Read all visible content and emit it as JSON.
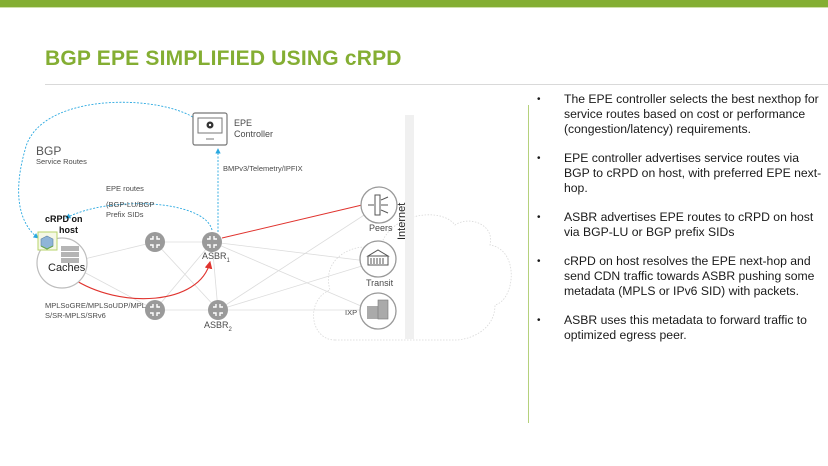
{
  "slide": {
    "title": "BGP EPE SIMPLIFIED USING cRPD",
    "accent_color": "#84ae33"
  },
  "diagram": {
    "bgp_label": "BGP",
    "service_routes_label": "Service Routes",
    "epe_controller": {
      "line1": "EPE",
      "line2": "Controller"
    },
    "telemetry_label": "BMPv3/Telemetry/IPFIX",
    "epe_routes_label": "EPE routes",
    "bgp_lu_label": {
      "line1": "(BGP-LU/BGP",
      "line2": "Prefix SIDs"
    },
    "crpd_label": {
      "line1": "cRPD on",
      "line2": "host"
    },
    "caches_label": "Caches",
    "asbr1": {
      "name": "ASBR",
      "sub": "1"
    },
    "asbr2": {
      "name": "ASBR",
      "sub": "2"
    },
    "encap_label": {
      "line1": "MPLSoGRE/MPLSoUDP/MPL",
      "line2": "S/SR-MPLS/SRv6"
    },
    "peers_label": "Peers",
    "transit_label": "Transit",
    "ixp_label": "IXP",
    "internet_label": "Internet",
    "colors": {
      "control_plane": "#29a8e0",
      "data_plane": "#e0332e",
      "links": "#d6d6d6",
      "router": "#9a9a9a"
    }
  },
  "bullets": [
    "The EPE controller selects the best nexthop for service routes based on cost or performance (congestion/latency) requirements.",
    "EPE controller advertises service routes via BGP to cRPD on host, with preferred EPE next-hop.",
    "ASBR advertises EPE routes to cRPD on host via BGP-LU or BGP prefix SIDs",
    "cRPD on host resolves the EPE next-hop and send CDN traffic towards ASBR pushing some metadata (MPLS or IPv6 SID) with packets.",
    "ASBR uses this metadata to forward traffic to optimized egress peer."
  ],
  "bullet_symbol": "•"
}
